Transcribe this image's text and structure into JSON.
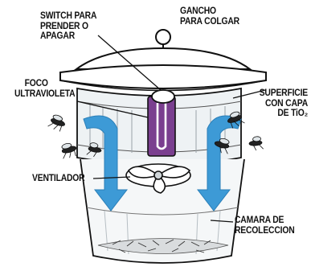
{
  "labels": {
    "switch": [
      "SWITCH PARA",
      "PRENDER O",
      "APAGAR"
    ],
    "hook": [
      "GANCHO",
      "PARA COLGAR"
    ],
    "uv_lamp": [
      "FOCO",
      "ULTRAVIOLETA"
    ],
    "surface": [
      "SUPERFICIE",
      "CON CAPA",
      "DE TiO₂"
    ],
    "fan": [
      "VENTILADOR"
    ],
    "chamber": [
      "CAMARA DE",
      "RECOLECCION"
    ]
  },
  "colors": {
    "lamp": "#7a3f8f",
    "arrow": "#3d9ad6",
    "outline": "#111111",
    "glass": "#e8eef2"
  },
  "icons": [
    "mosquito-icon",
    "fan-icon",
    "arrow-icon"
  ]
}
